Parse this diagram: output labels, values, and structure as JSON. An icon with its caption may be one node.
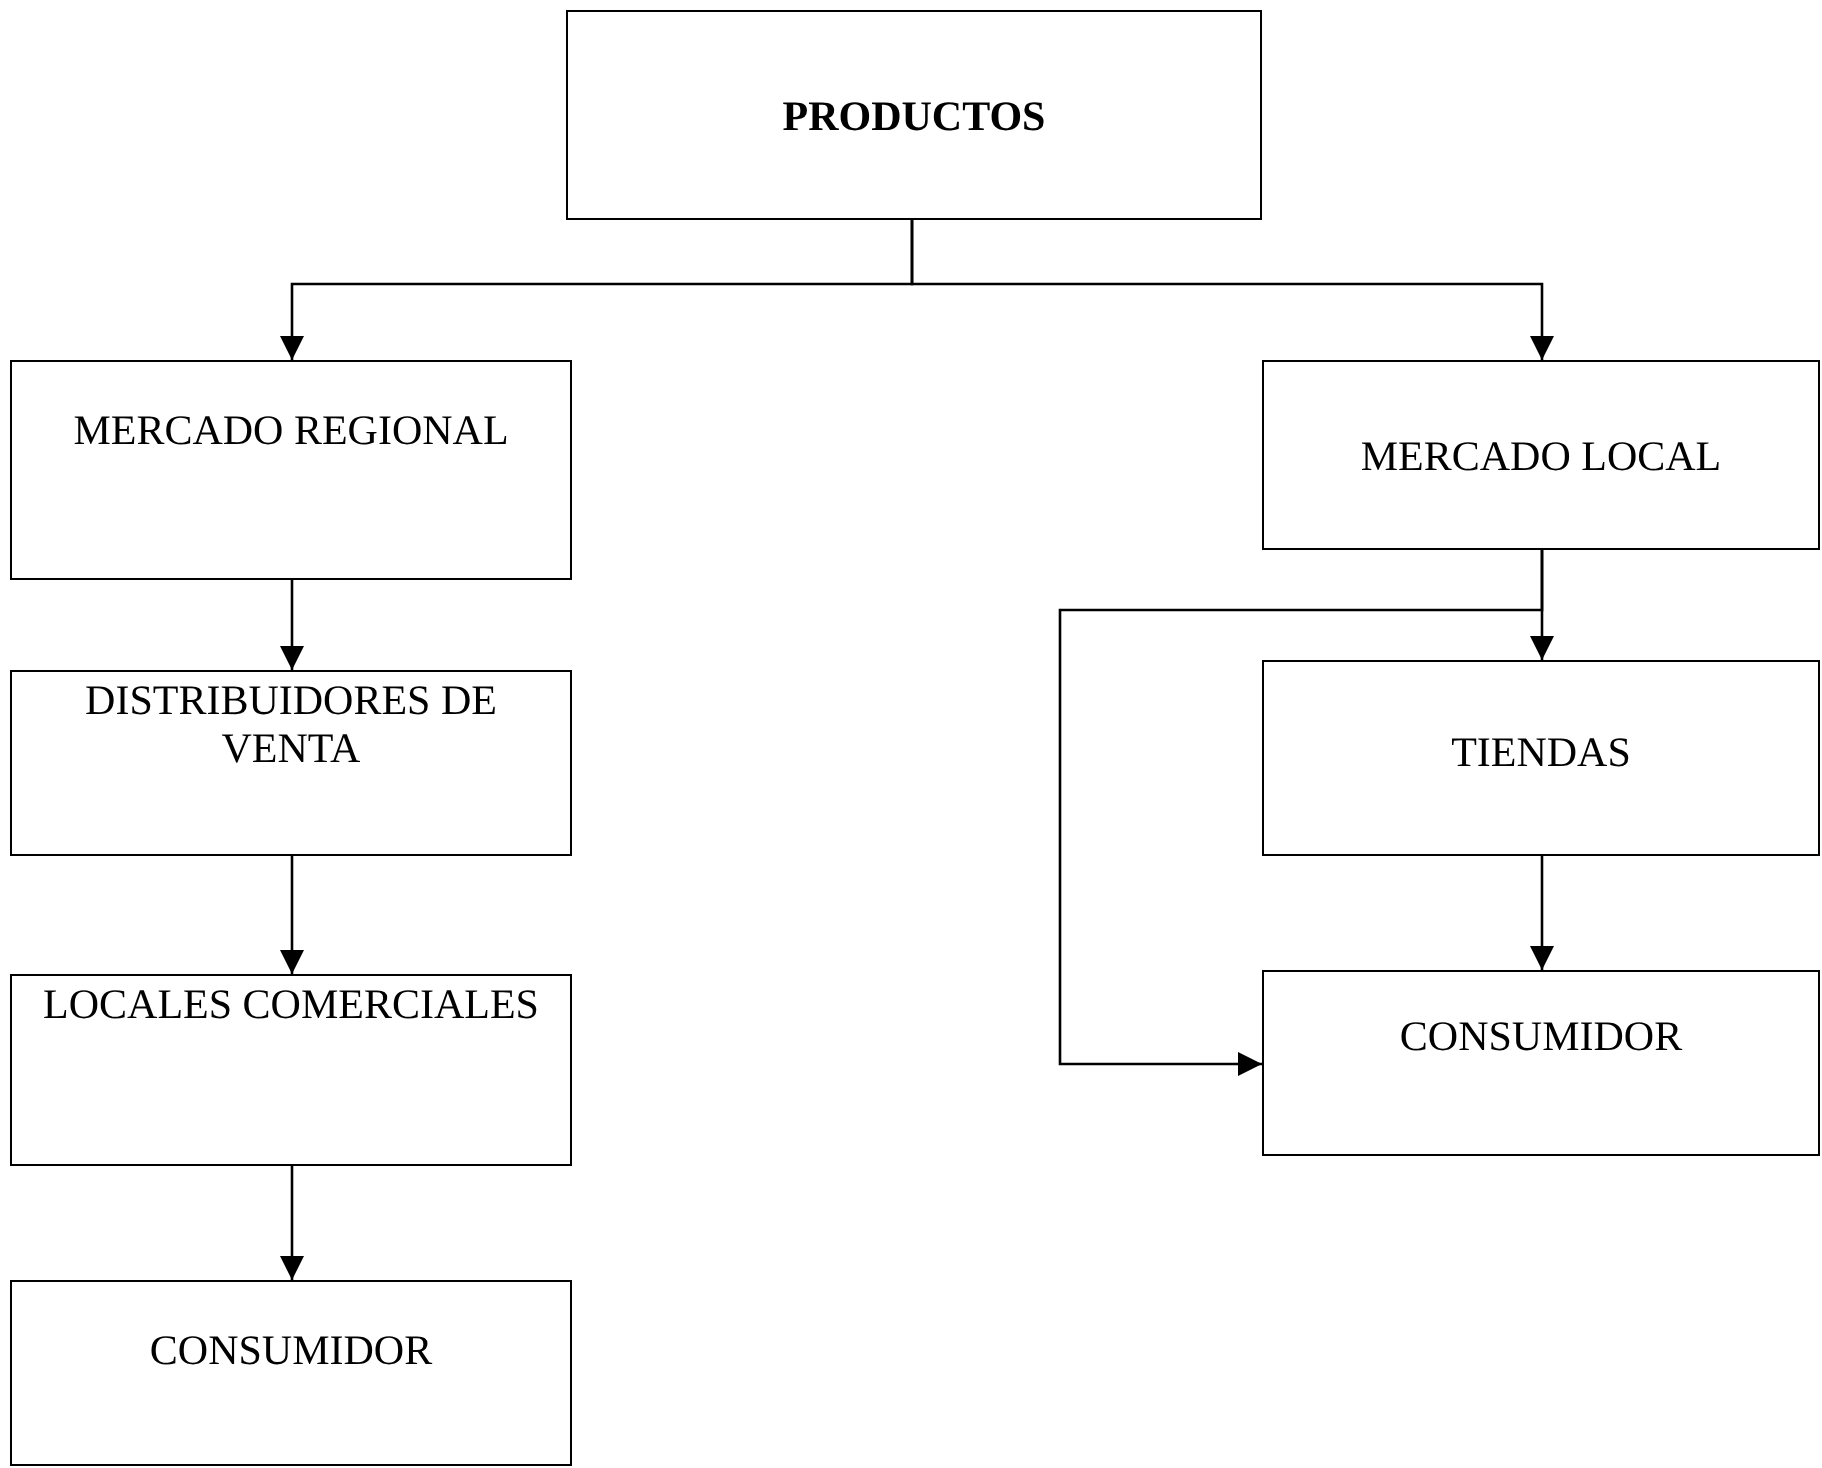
{
  "diagram": {
    "nodes": [
      {
        "text": [
          "PRODUCTOS"
        ]
      },
      {
        "text": [
          "MERCADO REGIONAL"
        ]
      },
      {
        "text": [
          "MERCADO LOCAL"
        ]
      },
      {
        "text": [
          "DISTRIBUIDORES DE VENTA"
        ]
      },
      {
        "text": [
          "TIENDAS"
        ]
      },
      {
        "text": [
          "LOCALES COMERCIALES"
        ]
      },
      {
        "text": [
          "CONSUMIDOR"
        ]
      },
      {
        "text": [
          "CONSUMIDOR"
        ]
      }
    ],
    "edges": [
      {
        "from": 0,
        "to": 1,
        "arrow": "to"
      },
      {
        "from": 0,
        "to": 2,
        "arrow": "to"
      },
      {
        "from": 1,
        "to": 3,
        "arrow": "to"
      },
      {
        "from": 2,
        "to": 4,
        "arrow": "to"
      },
      {
        "from": 2,
        "to": 7,
        "arrow": "to"
      },
      {
        "from": 3,
        "to": 5,
        "arrow": "to"
      },
      {
        "from": 4,
        "to": 7,
        "arrow": "to"
      },
      {
        "from": 5,
        "to": 6,
        "arrow": "to"
      }
    ]
  }
}
